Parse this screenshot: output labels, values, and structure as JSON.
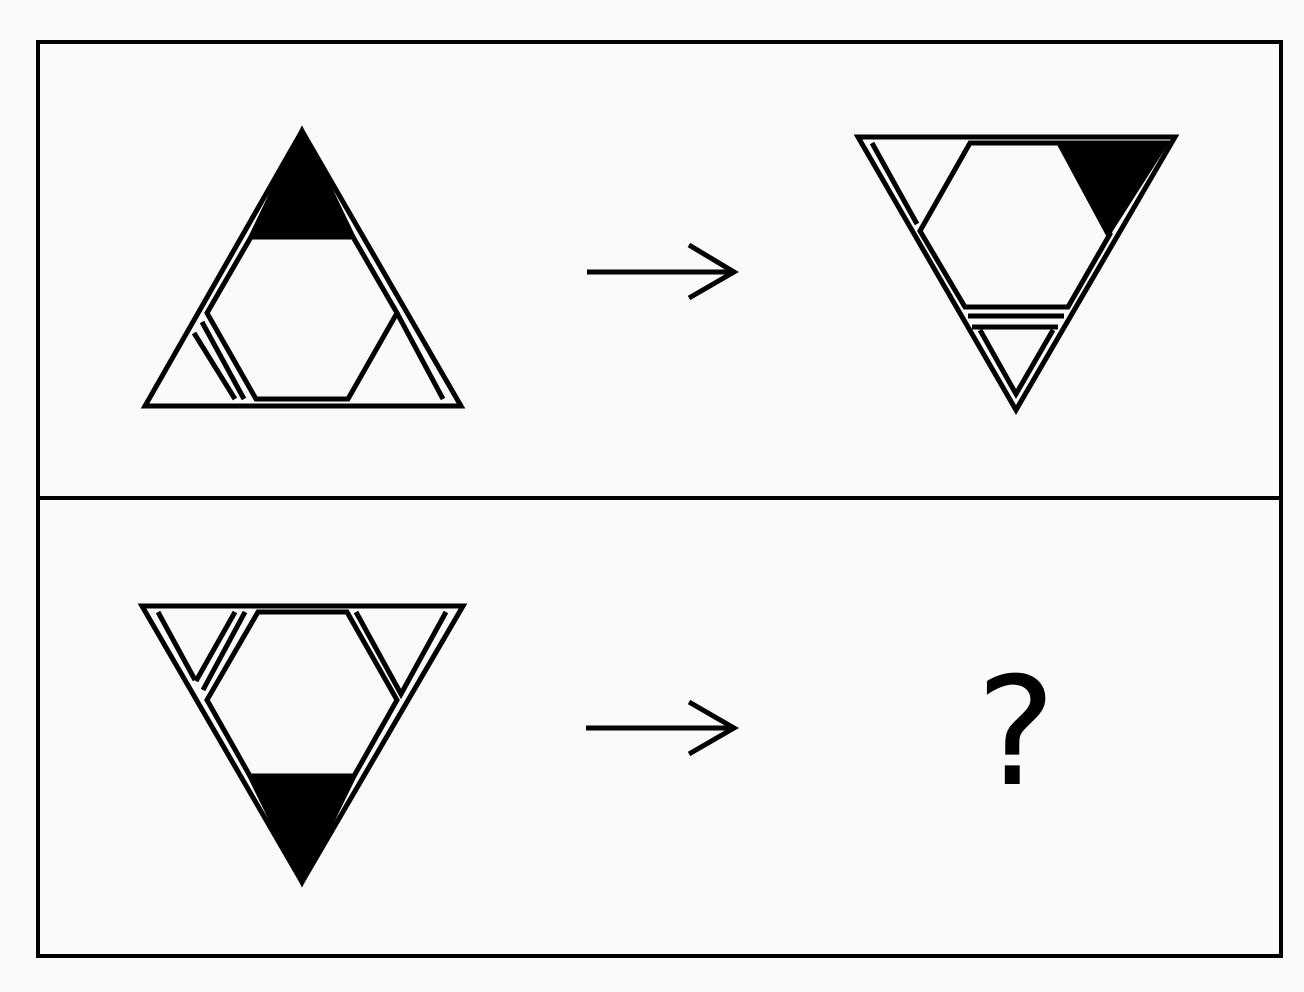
{
  "colors": {
    "ink": "#000000",
    "background": "#fafafa"
  },
  "rows": [
    {
      "name": "example-row",
      "left_figure": "upward-triangle-with-hexagon",
      "right_figure": "downward-triangle-with-hexagon",
      "arrow": "right-arrow-icon"
    },
    {
      "name": "question-row",
      "left_figure": "downward-triangle-with-hexagon",
      "arrow": "right-arrow-icon",
      "answer": "?"
    }
  ]
}
